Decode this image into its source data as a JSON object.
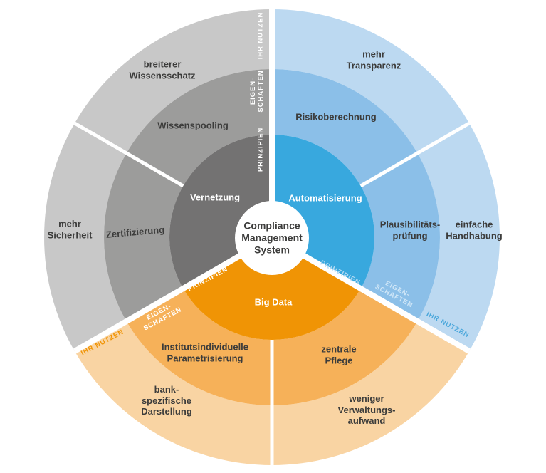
{
  "center": {
    "line1": "Compliance",
    "line2": "Management",
    "line3": "System"
  },
  "ring_names": {
    "inner": "PRINZIPIEN",
    "middle_line1": "EIGEN-",
    "middle_line2": "SCHAFTEN",
    "outer": "IHR NUTZEN"
  },
  "colors": {
    "gray_inner": "#737272",
    "gray_middle": "#9c9c9b",
    "gray_outer": "#c8c8c8",
    "blue_inner": "#38a8de",
    "blue_middle": "#8bbfe8",
    "blue_outer": "#bcd9f1",
    "orange_inner": "#f09405",
    "orange_middle": "#f6b159",
    "orange_outer": "#f9d4a3",
    "divider": "#ffffff",
    "text_dark": "#3c3c3b",
    "blue_ring_label": "#4aa7db",
    "orange_ring_label": "#f09405"
  },
  "gray": {
    "principle": "Vernetzung",
    "property_1": "Wissenspooling",
    "property_2": "Zertifizierung",
    "benefit_1a": "breiterer",
    "benefit_1b": "Wissensschatz",
    "benefit_2a": "mehr",
    "benefit_2b": "Sicherheit"
  },
  "blue": {
    "principle": "Automatisierung",
    "property_1": "Risikoberechnung",
    "property_2a": "Plausibilitäts-",
    "property_2b": "prüfung",
    "benefit_1a": "mehr",
    "benefit_1b": "Transparenz",
    "benefit_2a": "einfache",
    "benefit_2b": "Handhabung"
  },
  "orange": {
    "principle": "Big Data",
    "property_1a": "Institutsindividuelle",
    "property_1b": "Parametrisierung",
    "property_2a": "zentrale",
    "property_2b": "Pflege",
    "benefit_1a": "bank-",
    "benefit_1b": "spezifische",
    "benefit_1c": "Darstellung",
    "benefit_2a": "weniger",
    "benefit_2b": "Verwaltungs-",
    "benefit_2c": "aufwand"
  }
}
